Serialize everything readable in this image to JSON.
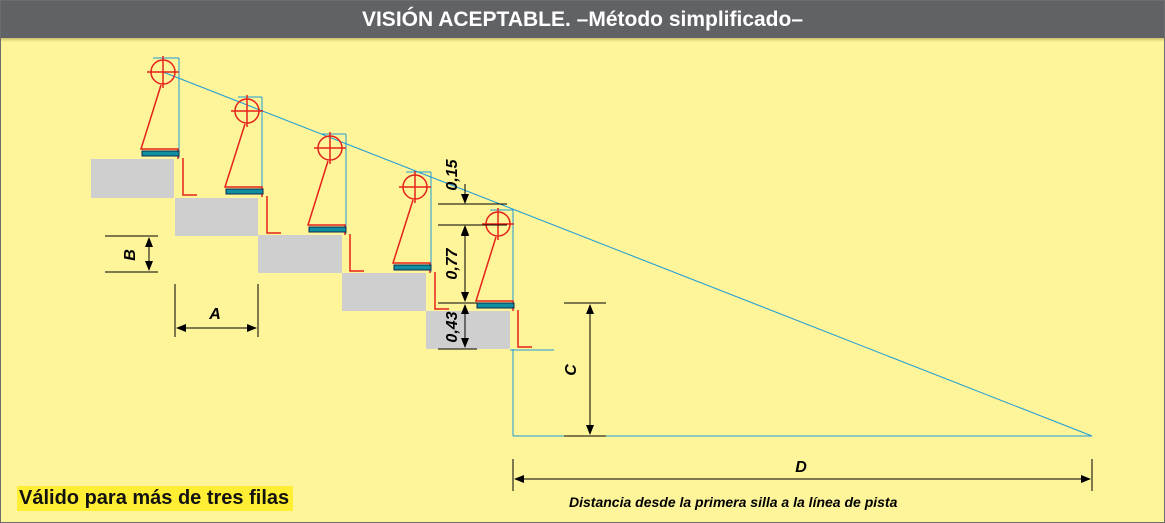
{
  "title": "VISIÓN ACEPTABLE. –Método simplificado–",
  "labels": {
    "A": "A",
    "B": "B",
    "C": "C",
    "D": "D",
    "dim_015": "0,15",
    "dim_077": "0,77",
    "dim_043": "0,43"
  },
  "caption": "Distancia desde la primera silla a la línea de pista",
  "note": "Válido para más de tres filas",
  "colors": {
    "background": "#fef49a",
    "title_bar": "#616265",
    "step_fill": "#cfcfcf",
    "figure_red": "#e5231b",
    "sight_line_blue": "#1e9bd7",
    "seat_teal": "#0f8fa0",
    "highlight": "#ffee33"
  }
}
